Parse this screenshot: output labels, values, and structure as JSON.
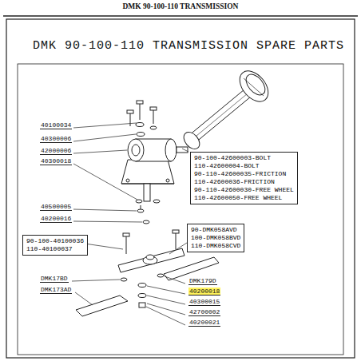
{
  "diagram": {
    "title": "DMK 90-100-110 TRANSMISSION",
    "nodes": [
      {
        "text": [
          "90-100-42600003-BOLT",
          "110-42600004-BOLT",
          "90-110-42600035-FRICTION",
          "110-42600036-FRICTION",
          "90-110-42600030-FREE WHEEL",
          "110-42600050-FREE WHEEL"
        ]
      },
      {
        "text": [
          "90-DMK058AVD",
          "100-DMK058BVD",
          "110-DMK058CVD"
        ]
      },
      {
        "text": [
          "90-100-40100036",
          "110-40100037"
        ]
      }
    ],
    "labels": [
      "DMK 90-100-110 TRANSMISSION SPARE PARTS",
      "40100034",
      "40300006",
      "42000006",
      "40300018",
      "40500005",
      "40200016",
      "DMK17BD",
      "DMK173AD",
      "DMK179D",
      "40200018",
      "40300015",
      "42700002",
      "40200021"
    ]
  }
}
